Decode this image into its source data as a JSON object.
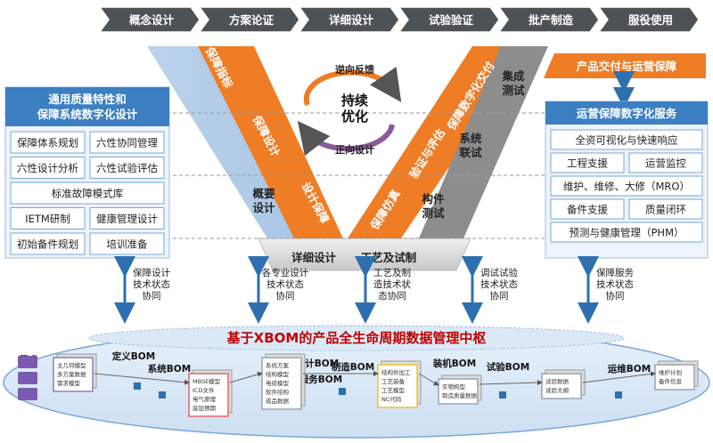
{
  "phases": [
    "概念设计",
    "方案论证",
    "详细设计",
    "试验验证",
    "批产制造",
    "服役使用"
  ],
  "v_diagram": {
    "left_band_labels": [
      "保障指标",
      "保障设计",
      "设计保障"
    ],
    "left_pair": "概要\n设计",
    "right_band_labels": [
      "保障数字化交付",
      "验证与评估",
      "保障仿真"
    ],
    "right_pairs": [
      "集成\n测试",
      "系统\n联试",
      "构件\n测试"
    ],
    "cycle": {
      "top": "逆向反馈",
      "center": "持续\n优化",
      "bottom": "正向设计"
    },
    "bottom_left": "详细设计",
    "bottom_right": "工艺及试制"
  },
  "left_panel": {
    "title": "通用质量特性和\n保障系统数字化设计",
    "rows": [
      [
        "保障体系规划",
        "六性协同管理"
      ],
      [
        "六性设计分析",
        "六性试验评估"
      ],
      [
        "标准故障模式库"
      ],
      [
        "IETM研制",
        "健康管理设计"
      ],
      [
        "初始备件规划",
        "培训准备"
      ]
    ]
  },
  "right_top_box": "产品交付与运营保障",
  "right_panel": {
    "title": "运营保障数字化服务",
    "rows": [
      [
        "全资可视化与快速响应"
      ],
      [
        "工程支援",
        "运营监控"
      ],
      [
        "维护、维修、大修（MRO）"
      ],
      [
        "备件支援",
        "质量闭环"
      ],
      [
        "预测与健康管理（PHM）"
      ]
    ]
  },
  "arrow_labels": [
    "保障设计\n技术状态\n协同",
    "各专业设计\n技术状态\n协同",
    "工艺及制\n造技术状\n态协同",
    "调试试验\n技术状态\n协同",
    "保障服务\n技术状态\n协同"
  ],
  "hub_title": "基于XBOM的产品全生命周期数据管理中枢",
  "bom_labels": [
    "需求",
    "定义BOM",
    "系统BOM",
    "设计BOM",
    "服务BOM",
    "制造BOM",
    "装机BOM",
    "试验BOM",
    "运维BOM"
  ],
  "doc_stacks": [
    [
      "主几何模型",
      "多方案数据",
      "需求模型"
    ],
    [
      "MBSE模型",
      "ICD文件",
      "电气原理",
      "底层预期"
    ],
    [
      "系统方案",
      "结构模型",
      "电缆模型",
      "软件结构",
      "成品数据"
    ],
    [
      "结构件加工",
      "工艺装备",
      "工艺模型",
      "NC代码"
    ],
    [
      "实物构型",
      "制造质量数据"
    ],
    [
      "试验数据",
      "试验大纲"
    ],
    [
      "维护计划",
      "备件信息"
    ]
  ],
  "colors": {
    "phase_bar": "#4d5257",
    "blue_panel": "#3c7fc2",
    "orange": "#ee7d26",
    "gray": "#8a8a8a",
    "hub_red": "#c00000"
  }
}
